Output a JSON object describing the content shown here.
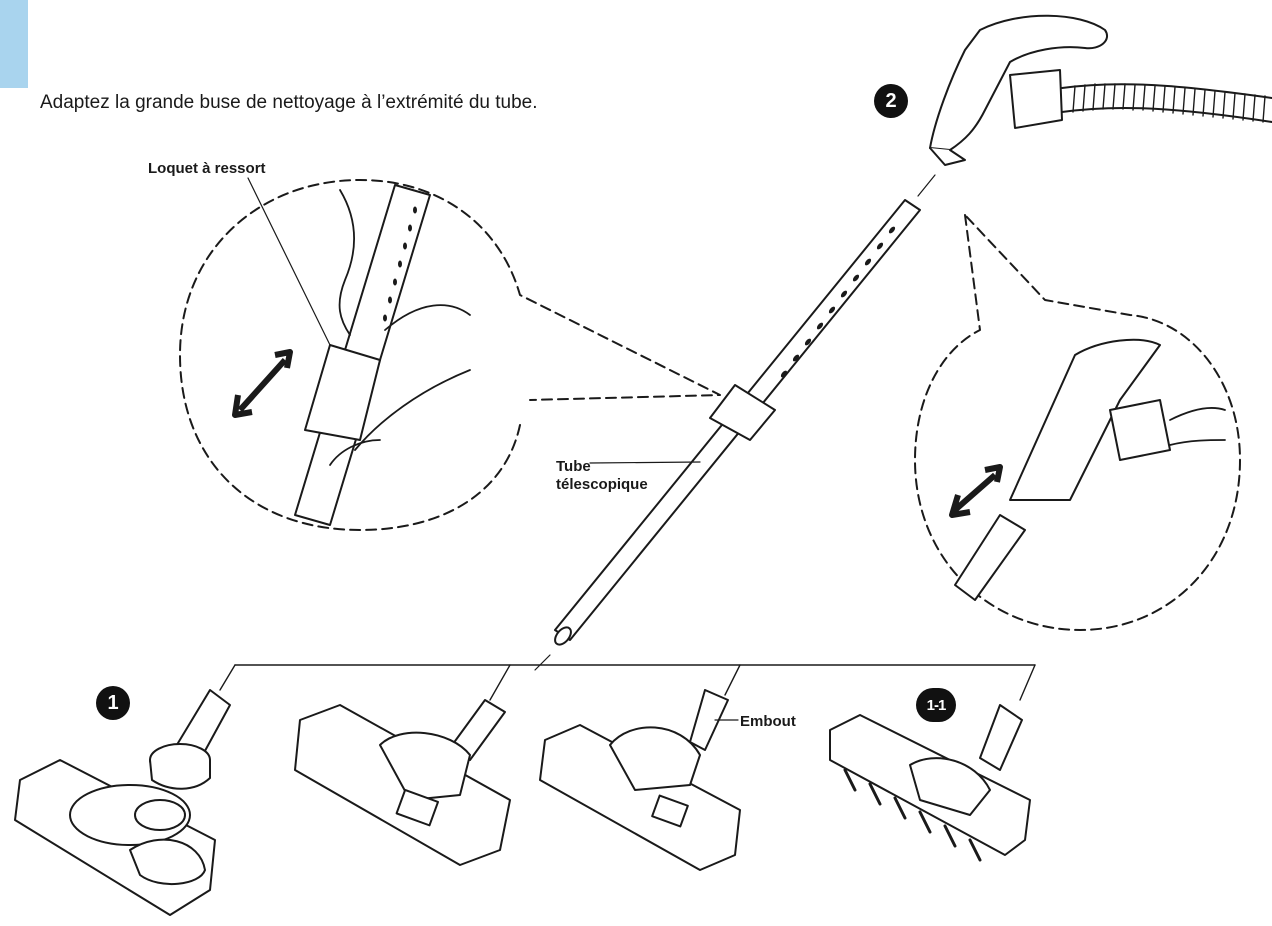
{
  "instruction": "Adaptez la grande buse de nettoyage à l’extrémité du tube.",
  "labels": {
    "spring_latch": "Loquet à ressort",
    "tube_line1": "Tube",
    "tube_line2": "télescopique",
    "nozzle_end": "Embout"
  },
  "badges": {
    "step1": "1",
    "step2": "2",
    "step1_1": "1-1"
  },
  "colors": {
    "accent": "#a9d4ee",
    "ink": "#1a1a1a"
  }
}
